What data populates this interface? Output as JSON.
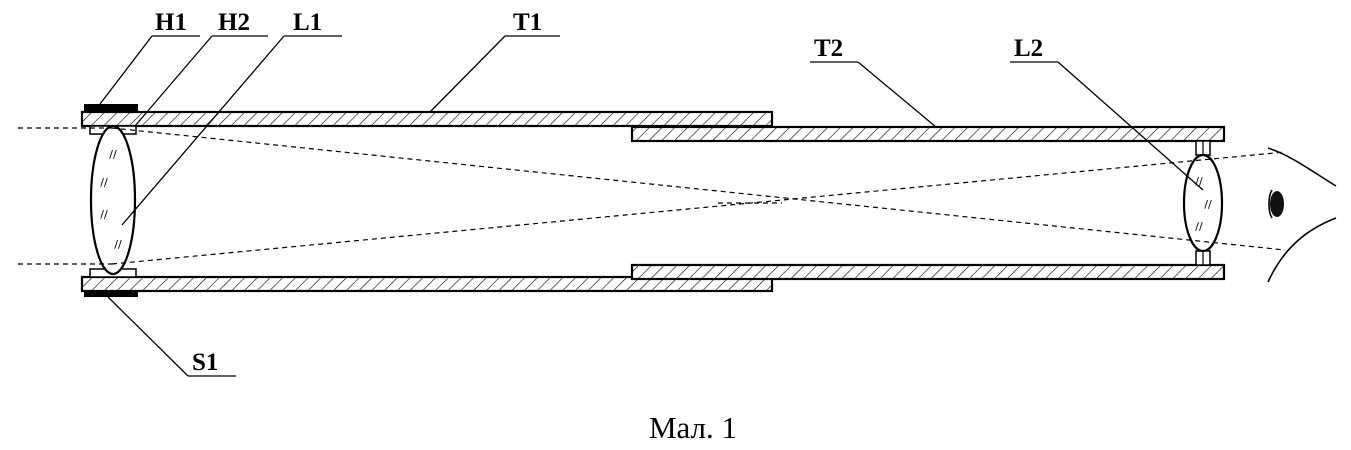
{
  "labels": {
    "h1": "H1",
    "h2": "H2",
    "l1": "L1",
    "t1": "T1",
    "t2": "T2",
    "l2": "L2",
    "s1": "S1"
  },
  "caption": "Мал. 1"
}
